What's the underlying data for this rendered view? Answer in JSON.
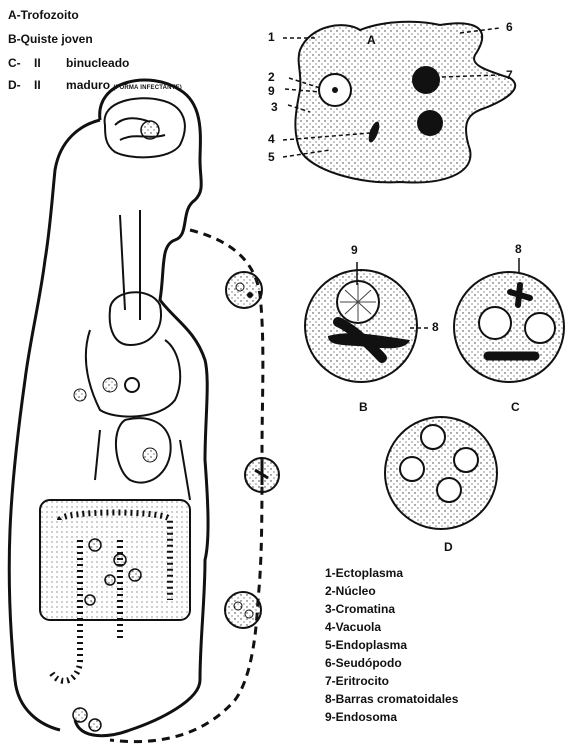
{
  "legend_top": [
    {
      "text": "A-Trofozoito"
    },
    {
      "text": "B-Quiste joven"
    },
    {
      "text": "C-",
      "mid": "II",
      "rest": "binucleado"
    },
    {
      "text": "D-",
      "mid": "II",
      "rest": "maduro",
      "small": "(FORMA INFECTANTE)"
    }
  ],
  "figure_labels": {
    "A": "A",
    "B": "B",
    "C": "C",
    "D": "D"
  },
  "number_labels": {
    "n1": "1",
    "n2": "2",
    "n3": "3",
    "n4": "4",
    "n5": "5",
    "n6": "6",
    "n7": "7",
    "n8a": "8",
    "n8b": "8",
    "n9a": "9",
    "n9b": "9"
  },
  "legend_bottom": [
    "1-Ectoplasma",
    "2-Núcleo",
    "3-Cromatina",
    "4-Vacuola",
    "5-Endoplasma",
    "6-Seudópodo",
    "7-Eritrocito",
    "8-Barras cromatoidales",
    "9-Endosoma"
  ]
}
